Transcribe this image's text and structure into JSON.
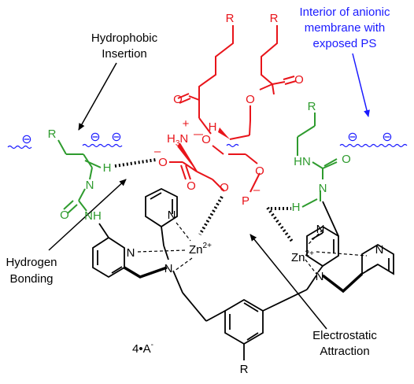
{
  "labels": {
    "hydrophobic_insertion": [
      "Hydrophobic",
      "Insertion"
    ],
    "interior_membrane": [
      "Interior of anionic",
      "membrane with",
      "exposed PS"
    ],
    "hydrogen_bonding": [
      "Hydrogen",
      "Bonding"
    ],
    "electrostatic_attraction": [
      "Electrostatic",
      "Attraction"
    ],
    "counterion": "4•A",
    "counterion_charge": "-"
  },
  "atoms": {
    "R": "R",
    "H": "H",
    "N": "N",
    "O": "O",
    "P": "P",
    "HN": "HN",
    "NH": "NH",
    "H3N": "H",
    "three": "3",
    "N_after_H3": "N",
    "Zn": "Zn",
    "zn_charge": "2+",
    "plus": "+",
    "minus": "–",
    "anion_symbol": "⊖"
  },
  "colors": {
    "black": "#000000",
    "blue": "#1a1aff",
    "red": "#e8141a",
    "green": "#2e9b2e"
  },
  "icons": [
    "anionic-charge-icon",
    "membrane-wave-icon",
    "arrow-icon"
  ]
}
